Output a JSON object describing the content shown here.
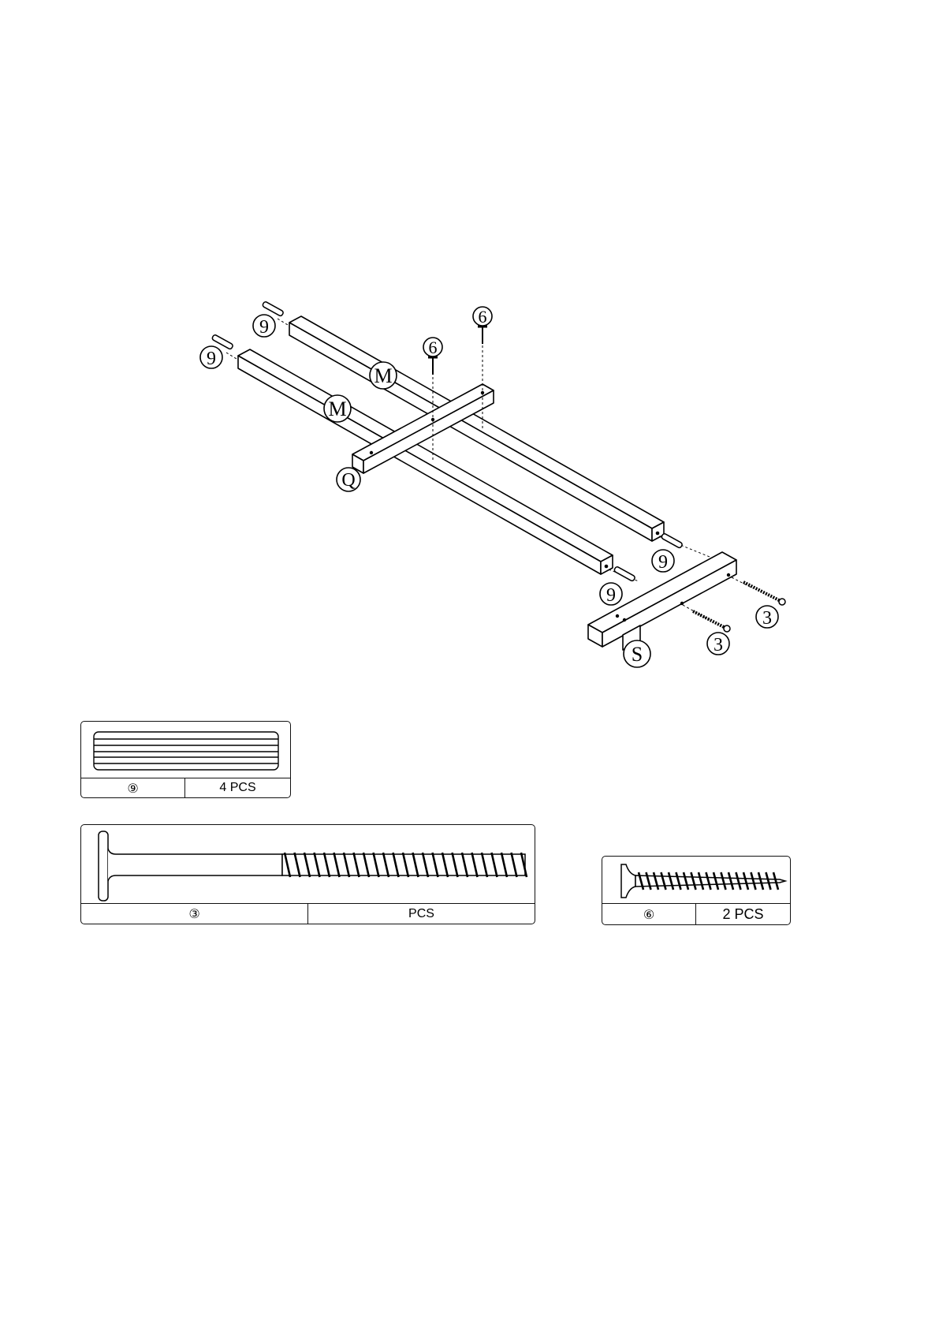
{
  "diagram": {
    "labels": {
      "part_m_1": "M",
      "part_m_2": "M",
      "part_q": "Q",
      "part_s": "S",
      "dowel_1": "9",
      "dowel_2": "9",
      "dowel_3": "9",
      "dowel_4": "9",
      "screw_6_1": "6",
      "screw_6_2": "6",
      "bolt_3_1": "3",
      "bolt_3_2": "3"
    }
  },
  "hardware": [
    {
      "part": "⑨",
      "qty": "4 PCS",
      "icon": "dowel-icon"
    },
    {
      "part": "③",
      "qty": "PCS",
      "icon": "bolt-icon"
    },
    {
      "part": "⑥",
      "qty": "2 PCS",
      "icon": "screw-icon"
    }
  ],
  "colors": {
    "line": "#000000",
    "background": "#ffffff"
  }
}
